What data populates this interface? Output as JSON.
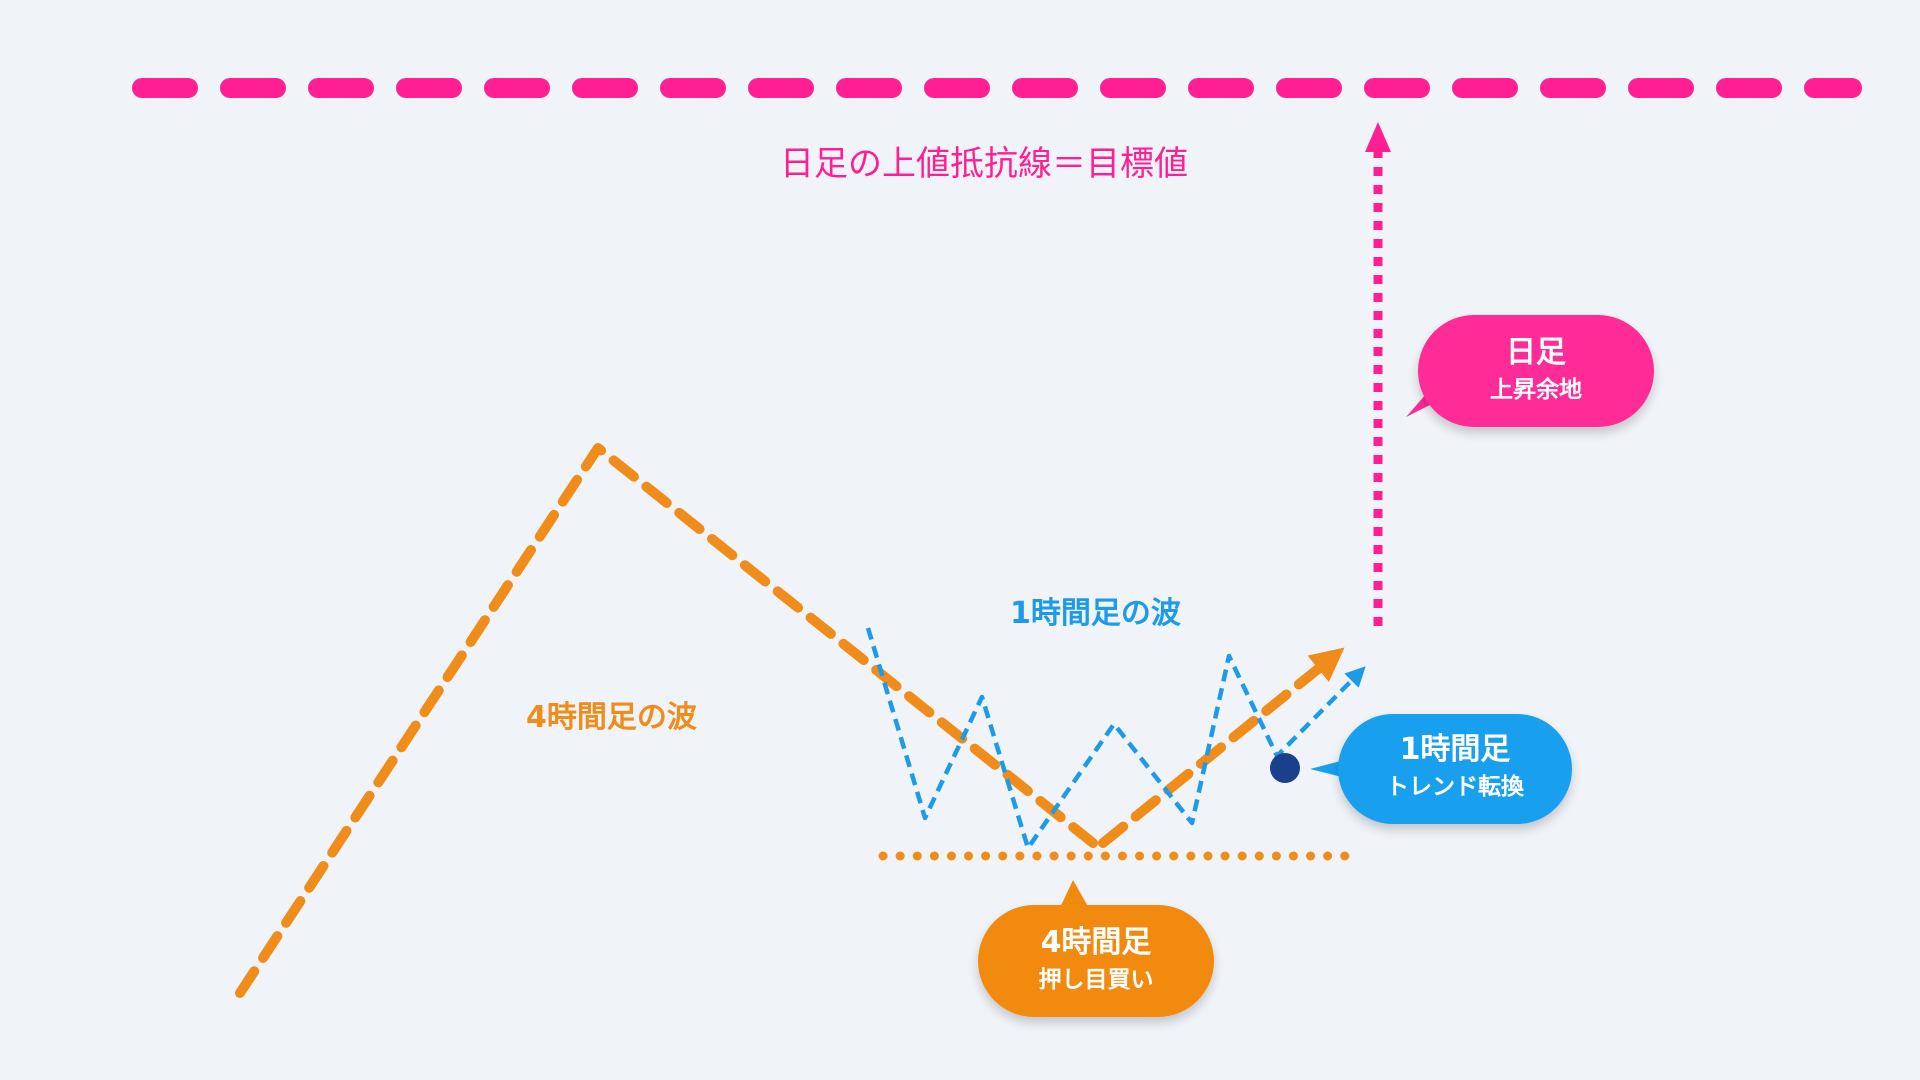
{
  "labels": {
    "resistance": "日足の上値抵抗線＝目標値",
    "wave_4h": "4時間足の波",
    "wave_1h": "1時間足の波"
  },
  "bubbles": {
    "daily": {
      "title": "日足",
      "subtitle": "上昇余地"
    },
    "one_hour": {
      "title": "1時間足",
      "subtitle": "トレンド転換"
    },
    "four_hour": {
      "title": "4時間足",
      "subtitle": "押し目買い"
    }
  },
  "colors": {
    "background": "#f0f3f8",
    "magenta": "#ff1f95",
    "orange": "#f08c1a",
    "blue": "#1e9be8",
    "navy": "#1a3f8c"
  }
}
